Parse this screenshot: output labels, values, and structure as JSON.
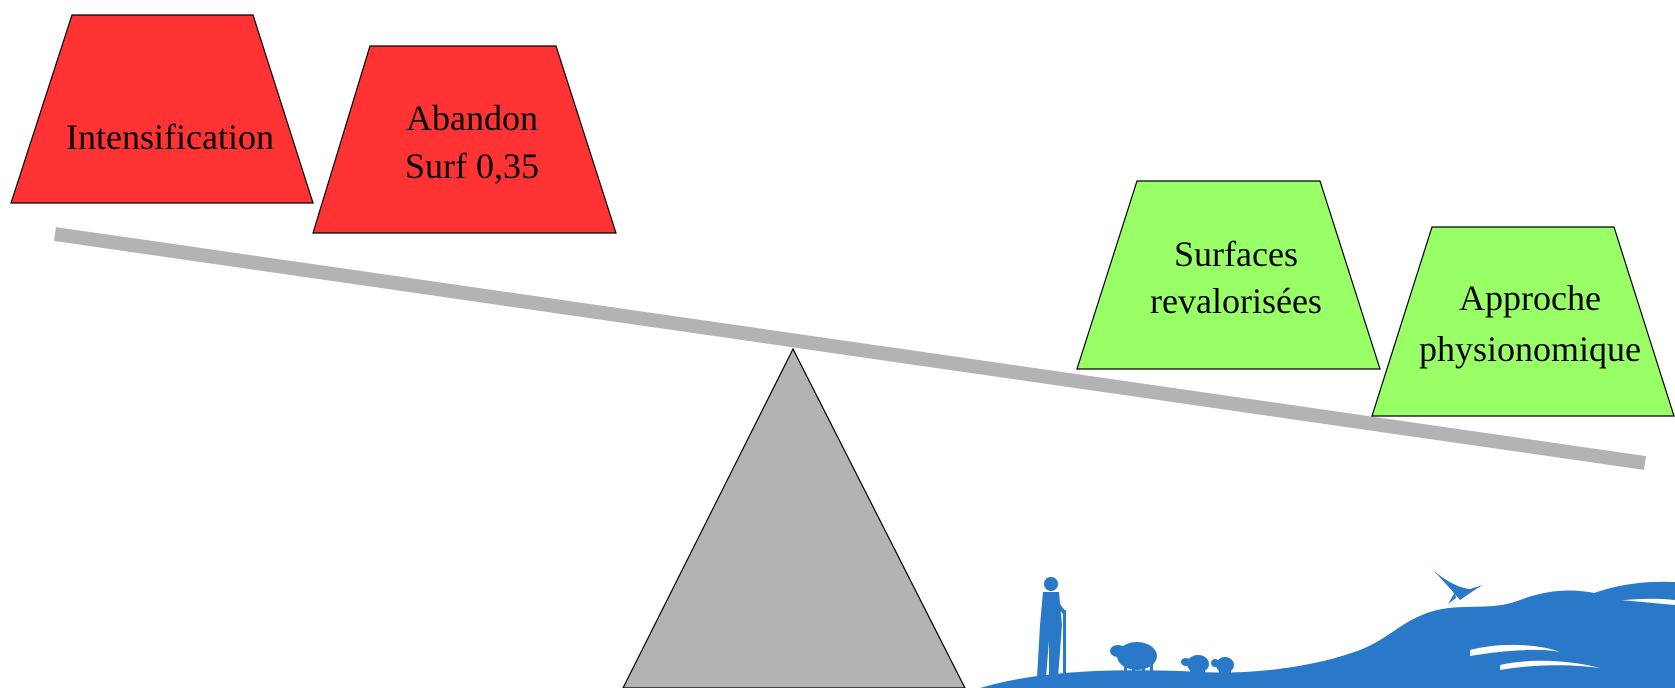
{
  "diagram": {
    "type": "balance-scale",
    "left_side": {
      "weights": [
        {
          "lines": [
            "Intensification"
          ],
          "color": "#ff3333"
        },
        {
          "lines": [
            "Abandon",
            "Surf 0,35"
          ],
          "color": "#ff3333"
        }
      ]
    },
    "right_side": {
      "weights": [
        {
          "lines": [
            "Surfaces",
            "revalorisées"
          ],
          "color": "#99ff66"
        },
        {
          "lines": [
            "Approche",
            "physionomique"
          ],
          "color": "#99ff66"
        }
      ]
    },
    "beam_color": "#b3b3b3",
    "fulcrum_color": "#b3b3b3",
    "logo": {
      "name": "pastoral-landscape-logo",
      "color": "#2a78c8"
    }
  }
}
